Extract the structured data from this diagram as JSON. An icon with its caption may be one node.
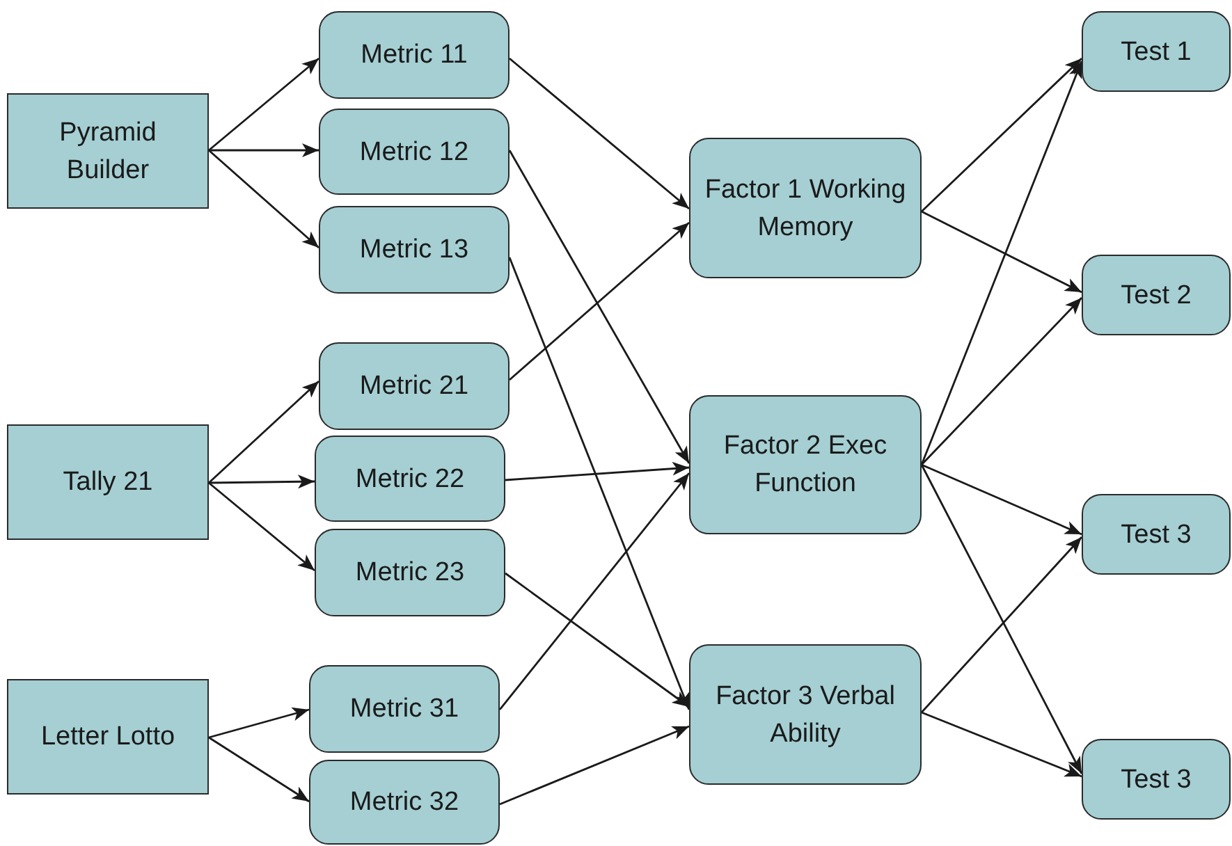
{
  "diagram": {
    "nodes": [
      {
        "text": [
          "Pyramid Builder"
        ]
      },
      {
        "text": [
          "Metric 11"
        ]
      },
      {
        "text": [
          "Metric 12"
        ]
      },
      {
        "text": [
          "Metric 13"
        ]
      },
      {
        "text": [
          "Tally 21"
        ]
      },
      {
        "text": [
          "Metric 21"
        ]
      },
      {
        "text": [
          "Metric 22"
        ]
      },
      {
        "text": [
          "Metric 23"
        ]
      },
      {
        "text": [
          "Letter Lotto"
        ]
      },
      {
        "text": [
          "Metric 31"
        ]
      },
      {
        "text": [
          "Metric 32"
        ]
      },
      {
        "text": [
          "Factor 1 Working Memory"
        ]
      },
      {
        "text": [
          "Factor 2 Exec Function"
        ]
      },
      {
        "text": [
          "Factor 3 Verbal Ability"
        ]
      },
      {
        "text": [
          "Test 1"
        ]
      },
      {
        "text": [
          "Test 2"
        ]
      },
      {
        "text": [
          "Test 3"
        ]
      },
      {
        "text": [
          "Test 3"
        ]
      }
    ],
    "edges": [
      {
        "from": 0,
        "to": 1,
        "arrow": "to"
      },
      {
        "from": 0,
        "to": 2,
        "arrow": "to"
      },
      {
        "from": 0,
        "to": 3,
        "arrow": "to"
      },
      {
        "from": 4,
        "to": 5,
        "arrow": "to"
      },
      {
        "from": 4,
        "to": 6,
        "arrow": "to"
      },
      {
        "from": 4,
        "to": 7,
        "arrow": "to"
      },
      {
        "from": 8,
        "to": 9,
        "arrow": "to"
      },
      {
        "from": 8,
        "to": 10,
        "arrow": "to"
      },
      {
        "from": 1,
        "to": 11,
        "arrow": "to"
      },
      {
        "from": 2,
        "to": 12,
        "arrow": "to"
      },
      {
        "from": 3,
        "to": 13,
        "arrow": "to"
      },
      {
        "from": 5,
        "to": 11,
        "arrow": "to"
      },
      {
        "from": 6,
        "to": 12,
        "arrow": "to"
      },
      {
        "from": 7,
        "to": 13,
        "arrow": "to"
      },
      {
        "from": 9,
        "to": 12,
        "arrow": "to"
      },
      {
        "from": 10,
        "to": 13,
        "arrow": "to"
      },
      {
        "from": 11,
        "to": 14,
        "arrow": "to"
      },
      {
        "from": 11,
        "to": 15,
        "arrow": "to"
      },
      {
        "from": 12,
        "to": 14,
        "arrow": "to"
      },
      {
        "from": 12,
        "to": 15,
        "arrow": "to"
      },
      {
        "from": 12,
        "to": 16,
        "arrow": "to"
      },
      {
        "from": 12,
        "to": 17,
        "arrow": "to"
      },
      {
        "from": 13,
        "to": 16,
        "arrow": "to"
      },
      {
        "from": 13,
        "to": 17,
        "arrow": "to"
      }
    ]
  }
}
